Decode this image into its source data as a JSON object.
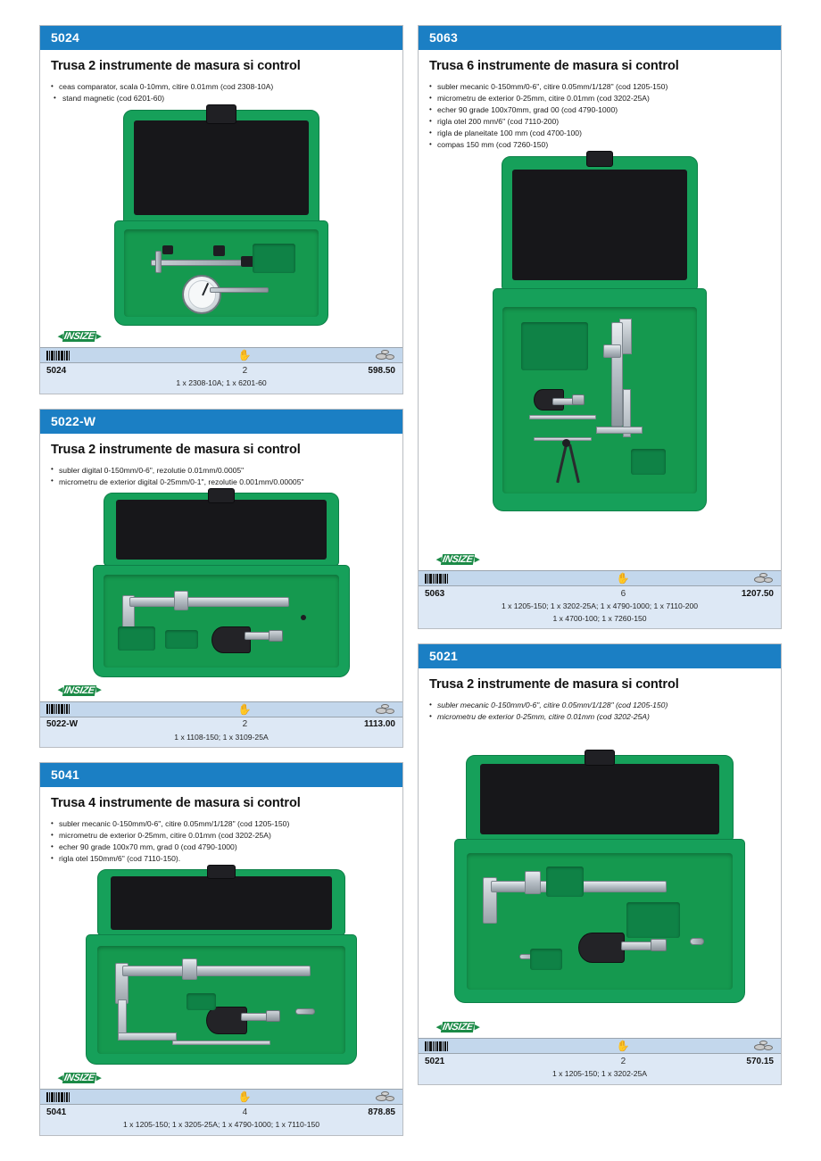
{
  "icons": {
    "barcode": "barcode-icon",
    "pieces": "hand-pieces-icon",
    "price": "coins-price-icon"
  },
  "brand": {
    "logo_text": "INSIZE",
    "logo_color": "#1b8a46"
  },
  "theme": {
    "header_blue": "#1b7fc4",
    "table_icon_row": "#c3d7ec",
    "table_row": "#dde8f5",
    "case_green": "#16a05a"
  },
  "left_column": [
    {
      "code": "5024",
      "title": "Trusa 2 instrumente de masura si control",
      "specs": [
        "ceas comparator, scala 0-10mm, citire 0.01mm (cod 2308-10A)",
        " stand magnetic (cod 6201-60)"
      ],
      "italic_specs": false,
      "table": {
        "code": "5024",
        "pieces": "2",
        "price": "598.50",
        "contents": [
          "1 x 2308-10A; 1 x 6201-60"
        ]
      }
    },
    {
      "code": "5022-W",
      "title": "Trusa 2 instrumente de masura si control",
      "specs": [
        "subler digital  0-150mm/0-6\", rezolutie 0.01mm/0.0005\"",
        "micrometru de exterior digital 0-25mm/0-1\", rezolutie 0.001mm/0.00005\""
      ],
      "italic_specs": false,
      "table": {
        "code": "5022-W",
        "pieces": "2",
        "price": "1113.00",
        "contents": [
          "1 x 1108-150; 1 x 3109-25A"
        ]
      }
    },
    {
      "code": "5041",
      "title": "Trusa 4 instrumente de masura si control",
      "specs": [
        "subler mecanic 0-150mm/0-6\", citire 0.05mm/1/128\" (cod 1205-150)",
        "micrometru de exterior 0-25mm, citire 0.01mm (cod 3202-25A)",
        "echer 90 grade 100x70 mm, grad 0 (cod 4790-1000)",
        "rigla otel 150mm/6\" (cod 7110-150)."
      ],
      "italic_specs": false,
      "table": {
        "code": "5041",
        "pieces": "4",
        "price": "878.85",
        "contents": [
          "1 x 1205-150; 1 x 3205-25A; 1 x 4790-1000; 1 x 7110-150"
        ]
      }
    }
  ],
  "right_column": [
    {
      "code": "5063",
      "title": "Trusa 6 instrumente de masura si control",
      "specs": [
        "subler mecanic 0-150mm/0-6\", citire 0.05mm/1/128\" (cod 1205-150)",
        "micrometru de exterior 0-25mm, citire 0.01mm (cod 3202-25A)",
        "echer 90 grade 100x70mm, grad 00 (cod 4790-1000)",
        "rigla otel 200 mm/6\" (cod 7110-200)",
        "rigla de planeitate 100 mm (cod 4700-100)",
        "compas 150 mm (cod 7260-150)"
      ],
      "italic_specs": false,
      "table": {
        "code": "5063",
        "pieces": "6",
        "price": "1207.50",
        "contents": [
          "1  x 1205-150; 1 x 3202-25A; 1 x 4790-1000; 1 x 7110-200",
          "1 x 4700-100; 1 x 7260-150"
        ]
      }
    },
    {
      "code": "5021",
      "title": "Trusa 2 instrumente de masura si control",
      "specs": [
        "subler mecanic 0-150mm/0-6\", citire 0.05mm/1/128\" (cod 1205-150)",
        "micrometru de exterior 0-25mm, citire 0.01mm (cod 3202-25A)"
      ],
      "italic_specs": true,
      "table": {
        "code": "5021",
        "pieces": "2",
        "price": "570.15",
        "contents": [
          "1 x 1205-150; 1 x 3202-25A"
        ]
      }
    }
  ]
}
